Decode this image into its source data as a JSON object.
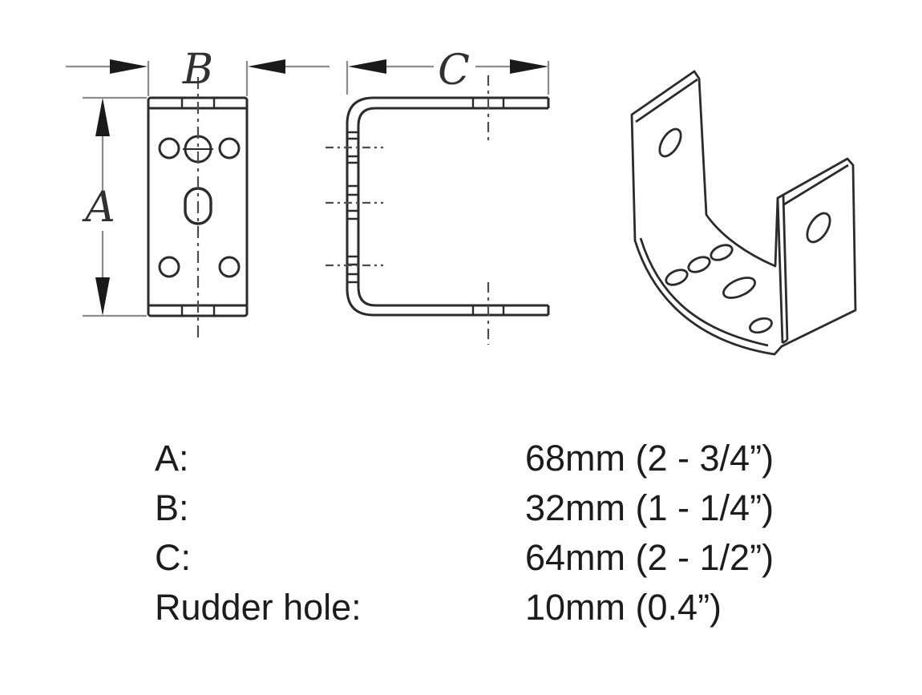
{
  "figure": {
    "title": "rudder bracket dimension drawing",
    "views": [
      "front",
      "side-profile",
      "isometric"
    ],
    "dim_labels": {
      "a": "A",
      "b": "B",
      "c": "C"
    }
  },
  "specs": {
    "rows": [
      {
        "label": "A:",
        "value": "68mm (2 - 3/4”)"
      },
      {
        "label": "B:",
        "value": "32mm (1 - 1/4”)"
      },
      {
        "label": "C:",
        "value": "64mm (2 - 1/2”)"
      },
      {
        "label": "Rudder hole:",
        "value": "10mm (0.4”)"
      }
    ]
  },
  "colors": {
    "background": "#ffffff",
    "part_line": "#2b2b2b",
    "dimension_line": "#8d8d8d",
    "arrowhead": "#1a1a1a",
    "centerline": "#4d4d4d",
    "text": "#1c1c1c"
  }
}
